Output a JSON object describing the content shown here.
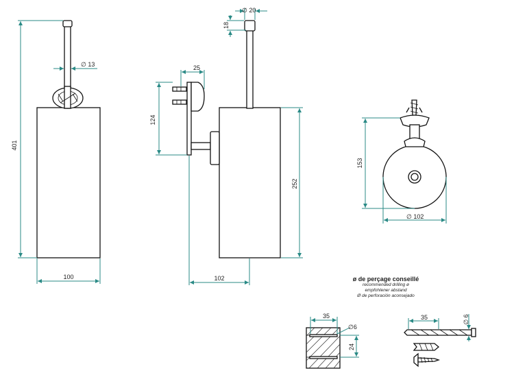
{
  "dimensions": {
    "front_height": "401",
    "front_width": "100",
    "handle_dia": "∅ 13",
    "top_dia": "∅ 20",
    "top_height": "18",
    "bracket_depth": "25",
    "bracket_height": "124",
    "side_height": "252",
    "side_depth": "102",
    "circle_height": "153",
    "circle_dia": "∅ 102",
    "block_width": "35",
    "block_hole": "∅6",
    "block_spacing": "24",
    "drill_length": "35",
    "drill_dia": "∅ 6"
  },
  "notes": {
    "title": "ø de perçage conseillé",
    "line_en": "recommended drilling ø",
    "line_de": "empfohlener abstand",
    "line_es": "Ø de perforación aconsejado"
  },
  "colors": {
    "dimension": "#2a8a86",
    "outline": "#111111"
  }
}
